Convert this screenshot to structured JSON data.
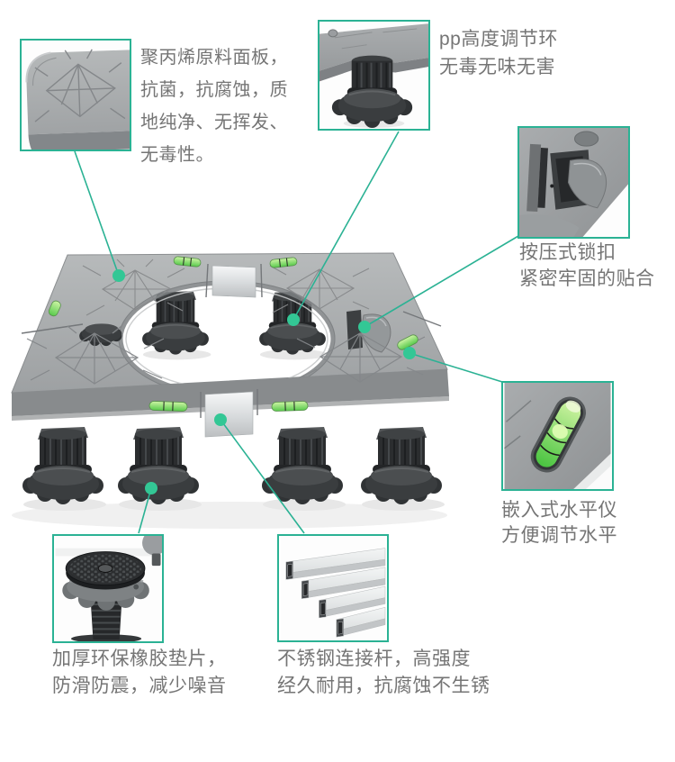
{
  "colors": {
    "accent": "#2bb294",
    "dot": "#33c795",
    "text": "#757575"
  },
  "callouts": [
    {
      "id": "panel",
      "image_name": "panel-corner-detail",
      "lines": [
        "聚丙烯原料面板，",
        "抗菌，抗腐蚀，质",
        "地纯净、无挥发、",
        "无毒性。"
      ]
    },
    {
      "id": "foot",
      "image_name": "adjustable-foot-detail",
      "lines": [
        "pp高度调节环",
        "无毒无味无害"
      ]
    },
    {
      "id": "latch",
      "image_name": "press-lock-detail",
      "lines": [
        "按压式锁扣",
        "紧密牢固的贴合"
      ]
    },
    {
      "id": "level",
      "image_name": "spirit-level-detail",
      "lines": [
        "嵌入式水平仪",
        "方便调节水平"
      ]
    },
    {
      "id": "pad",
      "image_name": "rubber-pad-detail",
      "lines": [
        "加厚环保橡胶垫片，",
        "防滑防震，减少噪音"
      ]
    },
    {
      "id": "rods",
      "image_name": "steel-rod-detail",
      "lines": [
        "不锈钢连接杆，高强度",
        "经久耐用，抗腐蚀不生锈"
      ]
    }
  ]
}
